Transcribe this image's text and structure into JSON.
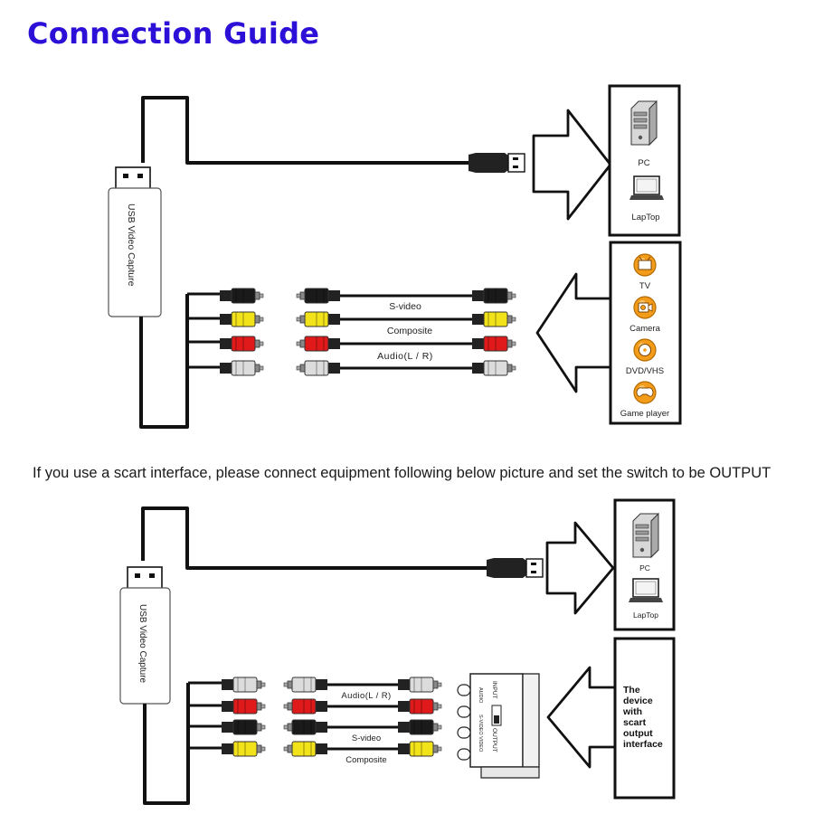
{
  "header": {
    "title": "Connection Guide"
  },
  "instruction": "If you use a scart interface, please connect equipment following below picture and set the switch to be OUTPUT",
  "colors": {
    "title": "#2c10d8",
    "cable": "#111111",
    "composite_yellow": "#f2e21a",
    "audio_red": "#e01a1a",
    "audio_white": "#dcdcdc",
    "svideo_black": "#1a1a1a"
  },
  "top": {
    "capture_label": "USB Video Capture",
    "cables": {
      "svideo": "S-video",
      "composite": "Composite",
      "audio": "Audio(L / R)"
    },
    "computers": {
      "pc": "PC",
      "laptop": "LapTop"
    },
    "sources": {
      "tv": "TV",
      "camera": "Camera",
      "dvd": "DVD/VHS",
      "game": "Game player"
    }
  },
  "bottom": {
    "capture_label": "USB Video Capture",
    "cables": {
      "audio": "Audio(L / R)",
      "svideo": "S-video",
      "composite": "Composite"
    },
    "computers": {
      "pc": "PC",
      "laptop": "LapTop"
    },
    "scart": {
      "input": "INPUT",
      "output": "OUTPUT",
      "audio": "AUDIO",
      "svideo_video": "S-VIDEO VIDEO"
    },
    "device_label": [
      "The",
      "device",
      "with",
      "scart",
      "output",
      "interface"
    ]
  }
}
